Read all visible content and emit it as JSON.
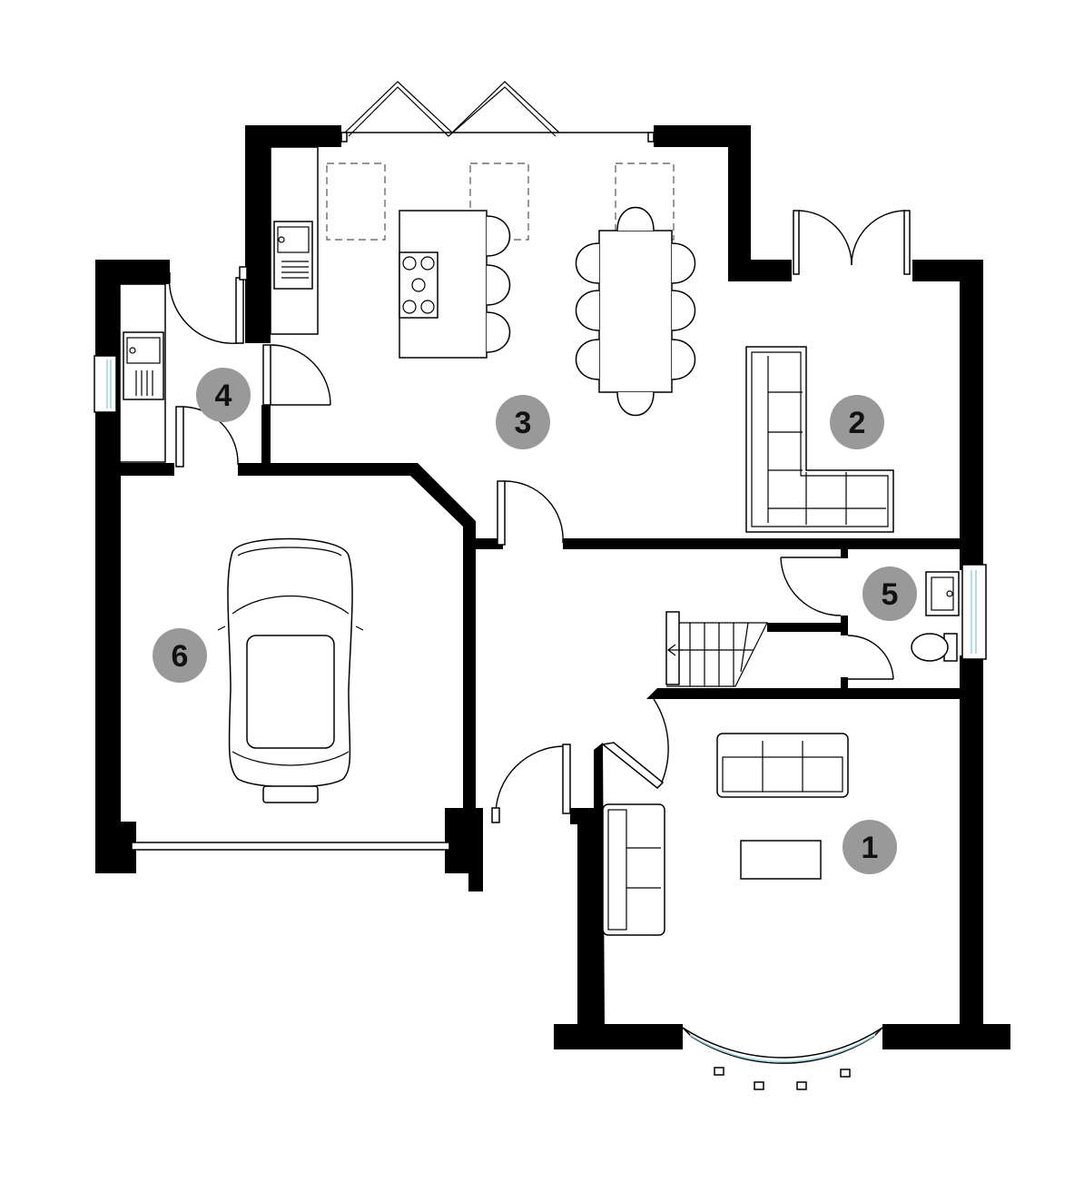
{
  "colors": {
    "wall": "#000000",
    "badge": "#999999",
    "badge_text": "#111111",
    "glazing": "#9fd3e0"
  },
  "rooms": [
    {
      "id": "room-1",
      "label": "1"
    },
    {
      "id": "room-2",
      "label": "2"
    },
    {
      "id": "room-3",
      "label": "3"
    },
    {
      "id": "room-4",
      "label": "4"
    },
    {
      "id": "room-5",
      "label": "5"
    },
    {
      "id": "room-6",
      "label": "6"
    }
  ]
}
